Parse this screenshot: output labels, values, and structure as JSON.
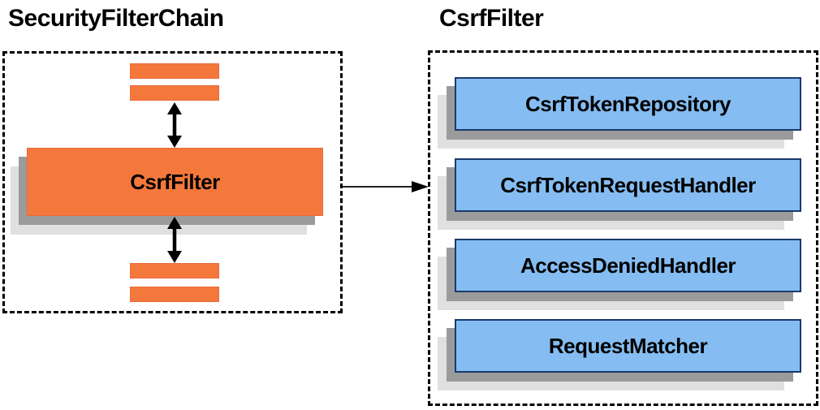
{
  "left_panel": {
    "title": "SecurityFilterChain",
    "filter_label": "CsrfFilter"
  },
  "right_panel": {
    "title": "CsrfFilter",
    "components": [
      "CsrfTokenRepository",
      "CsrfTokenRequestHandler",
      "AccessDeniedHandler",
      "RequestMatcher"
    ]
  },
  "colors": {
    "orange": "#F4783C",
    "orange-border": "#E96B3A",
    "blue": "#85BDF2",
    "blue-border": "#1A3A6B",
    "shadow-dark": "#9B9B9B",
    "shadow-light": "#E0E0E0",
    "line": "#000000"
  }
}
